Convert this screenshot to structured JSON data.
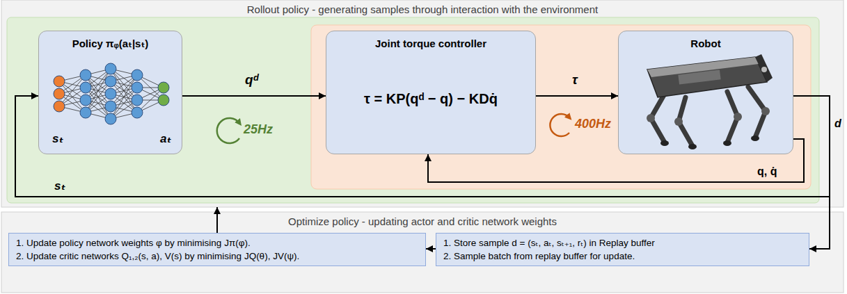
{
  "diagram": {
    "nodes": [
      {
        "text": [
          "Rollout policy - generating samples through interaction with the environment"
        ]
      },
      {
        "text": [
          "Policy πᵩ(aₜ|sₜ)"
        ],
        "in": 0
      },
      {
        "text": [
          "Joint torque controller",
          "τ = KP(qᵈ − q) − KDq̇"
        ],
        "in": 0
      },
      {
        "text": [
          "Robot"
        ],
        "in": 0
      },
      {
        "text": [
          "Optimize policy - updating actor and critic network weights"
        ]
      },
      {
        "text": [
          "1. Update policy network weights φ by minimising Jπ(φ).",
          "2. Update critic networks Q₁,₂(s, a), V(s) by minimising JQ(θ), JV(ψ)."
        ],
        "in": 4
      },
      {
        "text": [
          "1. Store sample d = (sₜ, aₜ, sₜ₊₁, rₜ) in Replay buffer",
          "2. Sample batch from replay buffer for update."
        ],
        "in": 4
      }
    ],
    "edges": [
      {
        "from": 1,
        "to": 2,
        "arrow": "to",
        "label": "qᵈ"
      },
      {
        "from": 2,
        "to": 3,
        "arrow": "to",
        "label": "τ"
      },
      {
        "from": 3,
        "to": 2,
        "arrow": "to",
        "label": "q, q̇"
      },
      {
        "from": 3,
        "to": 1,
        "arrow": "to",
        "label": "sₜ"
      },
      {
        "from": 3,
        "to": 6,
        "arrow": "to",
        "label": "d"
      },
      {
        "from": 6,
        "to": 5,
        "arrow": "to"
      },
      {
        "from": 5,
        "to": 0,
        "arrow": "to"
      }
    ],
    "labels": [
      "sₜ",
      "aₜ",
      "25Hz",
      "400Hz"
    ]
  }
}
